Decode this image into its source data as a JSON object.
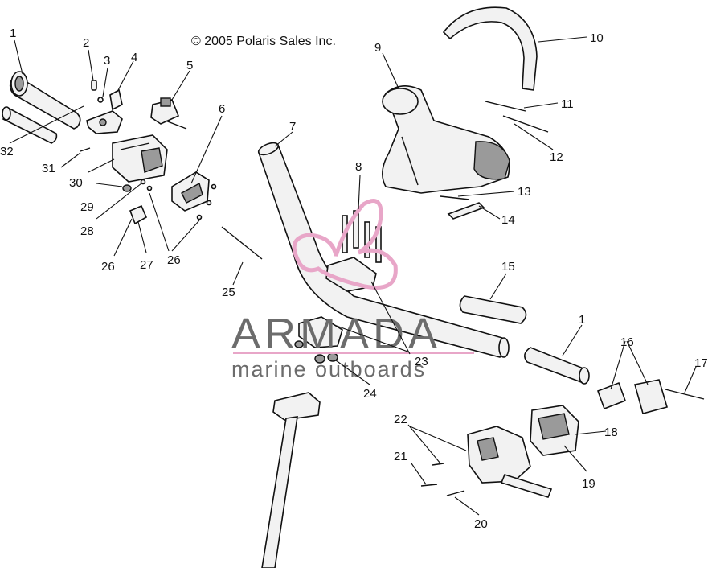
{
  "copyright": "© 2005 Polaris Sales Inc.",
  "watermark": {
    "brand": "ARMADA",
    "tagline": "marine outboards",
    "accent_color": "#e8a6c8",
    "text_color": "#6c6c6c"
  },
  "callouts": [
    "1",
    "2",
    "3",
    "4",
    "5",
    "6",
    "7",
    "8",
    "9",
    "10",
    "11",
    "12",
    "13",
    "14",
    "15",
    "1",
    "16",
    "17",
    "18",
    "19",
    "20",
    "21",
    "22",
    "23",
    "24",
    "25",
    "26",
    "26",
    "27",
    "28",
    "29",
    "30",
    "31",
    "32"
  ]
}
